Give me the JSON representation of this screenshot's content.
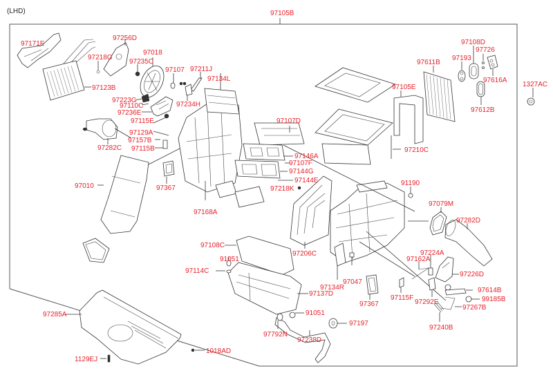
{
  "diagram": {
    "header": "(LHD)",
    "assembly_label": "97105B",
    "labels": {
      "p97171E": "97171E",
      "p97256D": "97256D",
      "p97218G": "97218G",
      "p97018": "97018",
      "p97235C": "97235C",
      "p97107": "97107",
      "p97211J": "97211J",
      "p97134L": "97134L",
      "p97123B": "97123B",
      "p97223G": "97223G",
      "p97110C": "97110C",
      "p97234H": "97234H",
      "p97236E": "97236E",
      "p97115E": "97115E",
      "p97129A": "97129A",
      "p97157B": "97157B",
      "p97115B": "97115B",
      "p97282C": "97282C",
      "p97010": "97010",
      "p97367a": "97367",
      "p97168A": "97168A",
      "p97107D": "97107D",
      "p97146A": "97146A",
      "p97107F": "97107F",
      "p97144G": "97144G",
      "p97144E": "97144E",
      "p97218K": "97218K",
      "p97105E": "97105E",
      "p97210C": "97210C",
      "p97611B": "97611B",
      "p97193": "97193",
      "p97108D": "97108D",
      "p97726": "97726",
      "p97616A": "97616A",
      "p97612B": "97612B",
      "p1327AC": "1327AC",
      "p91190": "91190",
      "p97079M": "97079M",
      "p97282D": "97282D",
      "p97206C": "97206C",
      "p97108C": "97108C",
      "p91051a": "91051",
      "p97114C": "97114C",
      "p97137D": "97137D",
      "p91051b": "91051",
      "p97134R": "97134R",
      "p97047": "97047",
      "p97367b": "97367",
      "p97115F": "97115F",
      "p97224A": "97224A",
      "p97162A": "97162A",
      "p97226D": "97226D",
      "p97614B": "97614B",
      "p99185B": "99185B",
      "p97292E": "97292E",
      "p97267B": "97267B",
      "p97240B": "97240B",
      "p97197": "97197",
      "p97792N": "97792N",
      "p97238D": "97238D",
      "p97285A": "97285A",
      "p1018AD": "1018AD",
      "p1129EJ": "1129EJ"
    },
    "colors": {
      "label": "#e8202a",
      "line": "#333333",
      "background": "#ffffff"
    }
  }
}
